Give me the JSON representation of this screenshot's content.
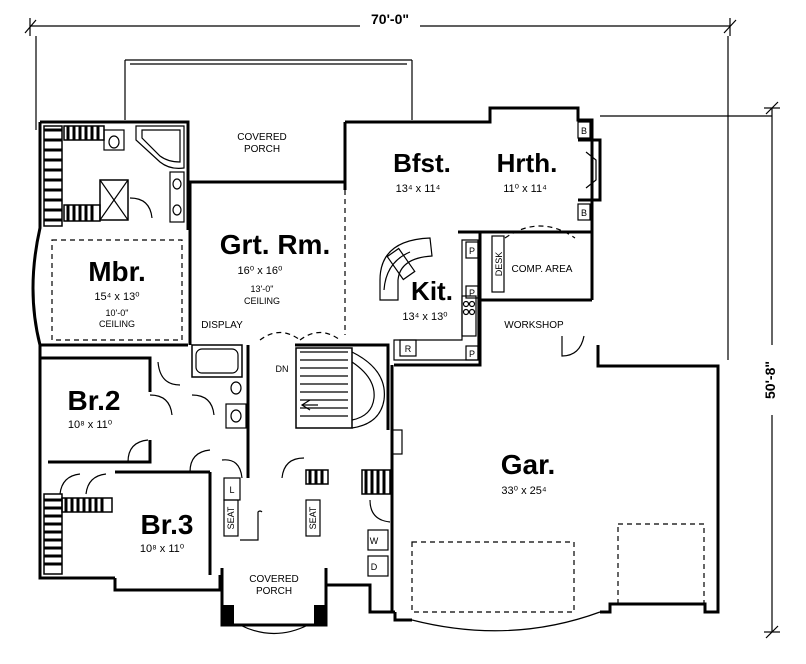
{
  "dimensions": {
    "width_label": "70'-0\"",
    "depth_label": "50'-8\""
  },
  "rooms": {
    "covered_porch_rear": "COVERED\nPORCH",
    "bfst": {
      "name": "Bfst.",
      "size": "13⁴ x 11⁴"
    },
    "hrth": {
      "name": "Hrth.",
      "size": "11⁰ x 11⁴"
    },
    "grt_rm": {
      "name": "Grt. Rm.",
      "size": "16⁰ x 16⁰",
      "ceiling": "13'-0\"\nCEILING"
    },
    "mbr": {
      "name": "Mbr.",
      "size": "15⁴ x 13⁰",
      "ceiling": "10'-0\"\nCEILING"
    },
    "kit": {
      "name": "Kit.",
      "size": "13⁴ x 13⁰"
    },
    "br2": {
      "name": "Br.2",
      "size": "10⁸ x 11⁰"
    },
    "br3": {
      "name": "Br.3",
      "size": "10⁸ x 11⁰"
    },
    "gar": {
      "name": "Gar.",
      "size": "33⁰ x 25⁴"
    },
    "covered_porch_front": "COVERED\nPORCH"
  },
  "labels": {
    "display": "DISPLAY",
    "comp_area": "COMP. AREA",
    "desk": "DESK",
    "workshop": "WORKSHOP",
    "dn": "DN",
    "seat": "SEAT",
    "l": "L",
    "w": "W",
    "d": "D",
    "p": "P",
    "r": "R",
    "b": "B"
  }
}
